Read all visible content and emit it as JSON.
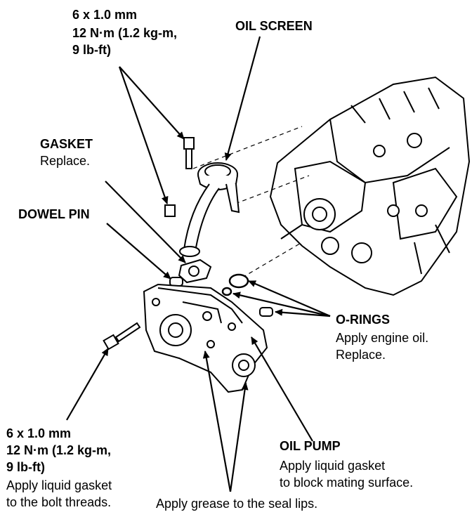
{
  "labels": {
    "top_bolt": {
      "size": "6 x 1.0 mm",
      "torque": "12 N·m (1.2 kg-m,",
      "torque_lbft": "9 lb-ft)"
    },
    "oil_screen": "OIL SCREEN",
    "gasket": {
      "name": "GASKET",
      "note": "Replace."
    },
    "dowel_pin": "DOWEL PIN",
    "o_rings": {
      "name": "O-RINGS",
      "note1": "Apply engine oil.",
      "note2": "Replace."
    },
    "bottom_bolt": {
      "size": "6 x 1.0 mm",
      "torque": "12 N·m (1.2 kg-m,",
      "torque_lbft": "9 lb-ft)",
      "note1": "Apply liquid gasket",
      "note2": "to the bolt threads."
    },
    "oil_pump": {
      "name": "OIL PUMP",
      "note1": "Apply liquid gasket",
      "note2": "to block mating surface."
    },
    "seal_lips": "Apply grease to the seal lips."
  }
}
